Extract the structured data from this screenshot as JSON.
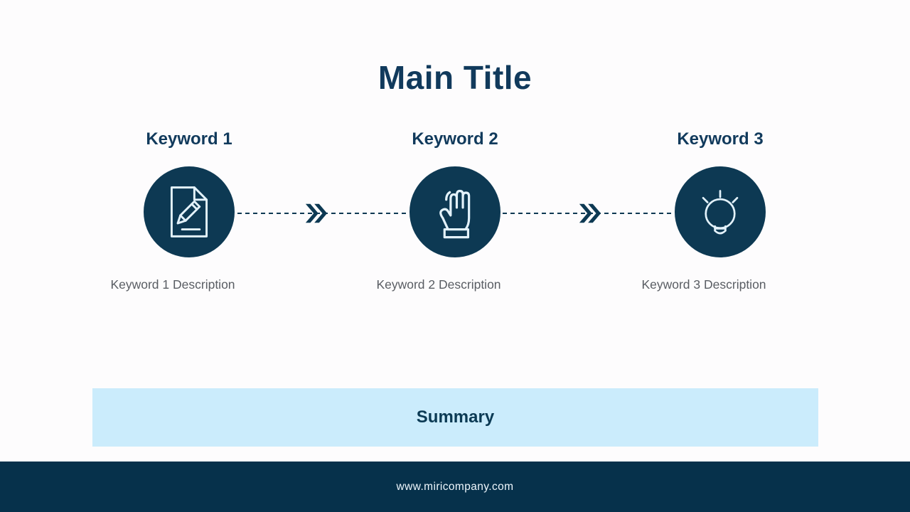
{
  "slide": {
    "title": "Main Title"
  },
  "steps": [
    {
      "label": "Keyword 1",
      "description": "Keyword 1 Description",
      "icon": "document-pencil-icon"
    },
    {
      "label": "Keyword 2",
      "description": "Keyword 2 Description",
      "icon": "hand-icon"
    },
    {
      "label": "Keyword 3",
      "description": "Keyword 3 Description",
      "icon": "lightbulb-icon"
    }
  ],
  "connector": {
    "icon": "double-chevron-right-icon"
  },
  "summary": {
    "label": "Summary"
  },
  "footer": {
    "url": "www.miricompany.com"
  },
  "colors": {
    "navy": "#0d3953",
    "heading_text": "#113a5c",
    "summary_background": "#cbecfc",
    "summary_text": "#0b3a54",
    "description_text": "#595d63",
    "footer_background": "#06314b",
    "footer_text": "#eef7fd",
    "icon_stroke": "#e3f2fb",
    "page_background": "#fdfcfd"
  }
}
